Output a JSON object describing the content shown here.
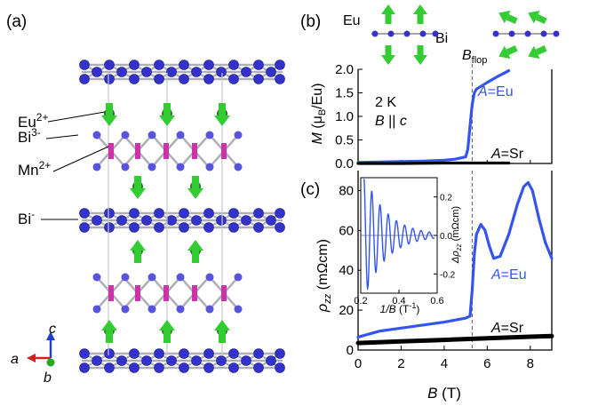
{
  "panel_labels": {
    "a": "(a)",
    "b": "(b)",
    "c": "(c)"
  },
  "structure_labels": {
    "eu": "Eu",
    "eu_sup": "2+",
    "bi3": "Bi",
    "bi3_sup": "3-",
    "mn": "Mn",
    "mn_sup": "2+",
    "bi1": "Bi",
    "bi1_sup": "-"
  },
  "axes_labels": {
    "a": "a",
    "b": "b",
    "c": "c"
  },
  "spin_legend": {
    "eu": "Eu",
    "bi": "Bi"
  },
  "colors": {
    "eu": "#33cc33",
    "bi": "#3333cc",
    "mn": "#cc33aa",
    "bond": "#b0b0b8",
    "curve": "#3355ee",
    "sr": "#000000"
  },
  "chart_data": [
    {
      "type": "line",
      "panel": "b",
      "ylabel": "M (μB/Eu)",
      "ylabel_parts": {
        "var": "M",
        "unit_open": " (μ",
        "unit_sub": "B",
        "unit_close": "/Eu)"
      },
      "ylim": [
        0,
        2.0
      ],
      "yticks": [
        "0.0",
        "0.5",
        "1.0",
        "1.5",
        "2.0"
      ],
      "xlim": [
        0,
        9
      ],
      "annotation": {
        "T": "2 K",
        "field_var": "B",
        "field_rel": " || ",
        "field_dir": "c"
      },
      "flop_label": {
        "var": "B",
        "sub": "flop"
      },
      "flop_x": 5.3,
      "series": [
        {
          "name": "A=Eu",
          "name_parts": {
            "var": "A",
            "rest": "=Eu"
          },
          "x": [
            0,
            1,
            2,
            3,
            4,
            4.5,
            5.0,
            5.1,
            5.2,
            5.3,
            5.4,
            5.5,
            6.0,
            6.5,
            7.0
          ],
          "y": [
            0.02,
            0.03,
            0.04,
            0.05,
            0.07,
            0.09,
            0.14,
            0.3,
            0.8,
            1.25,
            1.5,
            1.58,
            1.72,
            1.85,
            1.97
          ]
        },
        {
          "name": "A=Sr",
          "name_parts": {
            "var": "A",
            "rest": "=Sr"
          },
          "x": [
            0,
            2,
            4,
            6,
            7
          ],
          "y": [
            0.0,
            0.0,
            0.01,
            0.01,
            0.01
          ]
        }
      ]
    },
    {
      "type": "line",
      "panel": "c",
      "ylabel": "ρzz (mΩcm)",
      "ylabel_parts": {
        "var": "ρ",
        "sub": "zz",
        "unit": " (mΩcm)"
      },
      "xlabel": "B (T)",
      "xlabel_parts": {
        "var": "B",
        "unit": " (T)"
      },
      "xlim": [
        0,
        9
      ],
      "xticks": [
        "0",
        "2",
        "4",
        "6",
        "8"
      ],
      "ylim": [
        0,
        90
      ],
      "yticks": [
        "0",
        "10",
        "20",
        "30",
        "40",
        "50",
        "60",
        "70",
        "80"
      ],
      "series": [
        {
          "name": "A=Eu",
          "name_parts": {
            "var": "A",
            "rest": "=Eu"
          },
          "x": [
            0,
            1,
            2,
            3,
            4,
            4.5,
            5.0,
            5.2,
            5.3,
            5.4,
            5.5,
            5.7,
            5.9,
            6.1,
            6.3,
            6.6,
            7.0,
            7.4,
            7.7,
            7.9,
            8.1,
            8.4,
            8.7,
            9.0
          ],
          "y": [
            6.5,
            9.5,
            11,
            12.5,
            14,
            15,
            16,
            17,
            30,
            48,
            58,
            63,
            60,
            52,
            46,
            47,
            58,
            73,
            82,
            84,
            80,
            66,
            54,
            46
          ]
        },
        {
          "name": "A=Sr",
          "name_parts": {
            "var": "A",
            "rest": "=Sr"
          },
          "x": [
            0,
            2,
            4,
            6,
            8,
            9
          ],
          "y": [
            3.5,
            4.3,
            5.1,
            5.9,
            6.7,
            7.0
          ]
        }
      ],
      "inset": {
        "xlabel": "1/B (T-1)",
        "xlabel_parts": {
          "var": "1/B",
          "unit": " (T",
          "unit_sup": "-1",
          "close": ")"
        },
        "ylabel": "Δρzz (mΩcm)",
        "ylabel_parts": {
          "var": "Δρ",
          "sub": "zz",
          "unit": " (mΩcm)"
        },
        "xlim": [
          0.2,
          0.6
        ],
        "xticks": [
          "0.2",
          "0.4",
          "0.6"
        ],
        "ylim": [
          -0.3,
          0.3
        ],
        "yticks": [
          "-0.2",
          "0.0",
          "0.2"
        ]
      }
    }
  ]
}
